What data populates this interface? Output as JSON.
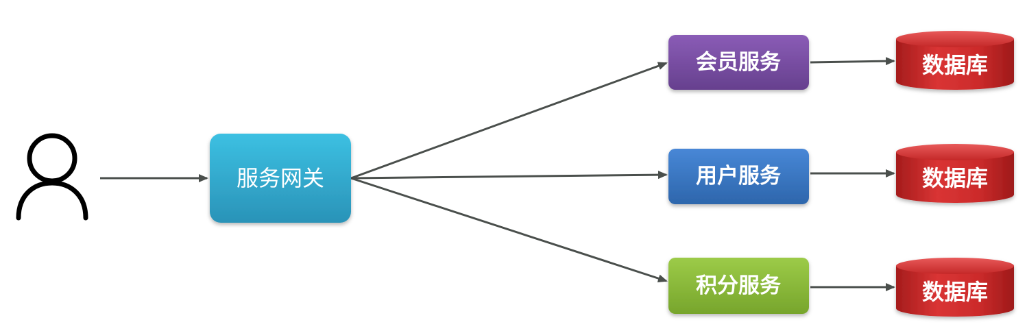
{
  "diagram": {
    "gateway": {
      "label": "服务网关",
      "color": "#35aed2"
    },
    "services": [
      {
        "id": "member",
        "label": "会员服务",
        "color": "#7a4fa3"
      },
      {
        "id": "user",
        "label": "用户服务",
        "color": "#3a78c6"
      },
      {
        "id": "points",
        "label": "积分服务",
        "color": "#8bbb3a"
      }
    ],
    "databases": [
      {
        "label": "数据库",
        "color": "#cc2b2b"
      },
      {
        "label": "数据库",
        "color": "#cc2b2b"
      },
      {
        "label": "数据库",
        "color": "#cc2b2b"
      }
    ],
    "user_icon": "user-icon",
    "arrow_color": "#4a4f4c"
  }
}
